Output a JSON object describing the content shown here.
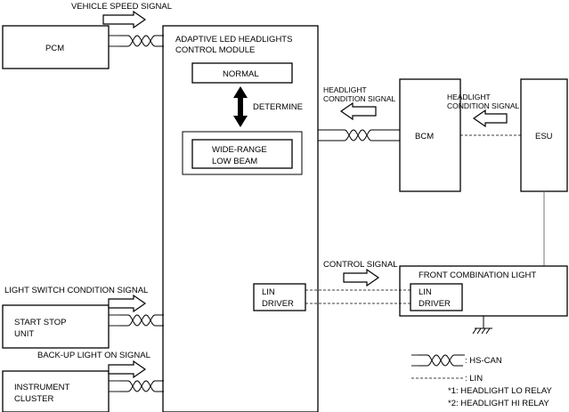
{
  "signals": {
    "vehicle_speed": "VEHICLE SPEED SIGNAL",
    "light_switch": "LIGHT SWITCH CONDITION SIGNAL",
    "back_up_light": "BACK-UP LIGHT ON SIGNAL",
    "headlight_condition_1_line1": "HEADLIGHT",
    "headlight_condition_1_line2": "CONDITION SIGNAL",
    "headlight_condition_2_line1": "HEADLIGHT",
    "headlight_condition_2_line2": "CONDITION SIGNAL",
    "control": "CONTROL SIGNAL"
  },
  "modules": {
    "pcm": "PCM",
    "start_stop_line1": "START STOP",
    "start_stop_line2": "UNIT",
    "instrument_line1": "INSTRUMENT",
    "instrument_line2": "CLUSTER",
    "control_module_line1": "ADAPTIVE LED HEADLIGHTS",
    "control_module_line2": "CONTROL MODULE",
    "normal": "NORMAL",
    "determine": "DETERMINE",
    "wide_range_line1": "WIDE-RANGE",
    "wide_range_line2": "LOW BEAM",
    "lin_driver_line1": "LIN",
    "lin_driver_line2": "DRIVER",
    "bcm": "BCM",
    "esu": "ESU",
    "front_combination_light": "FRONT COMBINATION LIGHT",
    "flc_lin_driver_line1": "LIN",
    "flc_lin_driver_line2": "DRIVER"
  },
  "legend": {
    "hs_can": ": HS-CAN",
    "lin": ": LIN",
    "note1": "*1: HEADLIGHT LO RELAY",
    "note2": "*2: HEADLIGHT HI RELAY"
  }
}
